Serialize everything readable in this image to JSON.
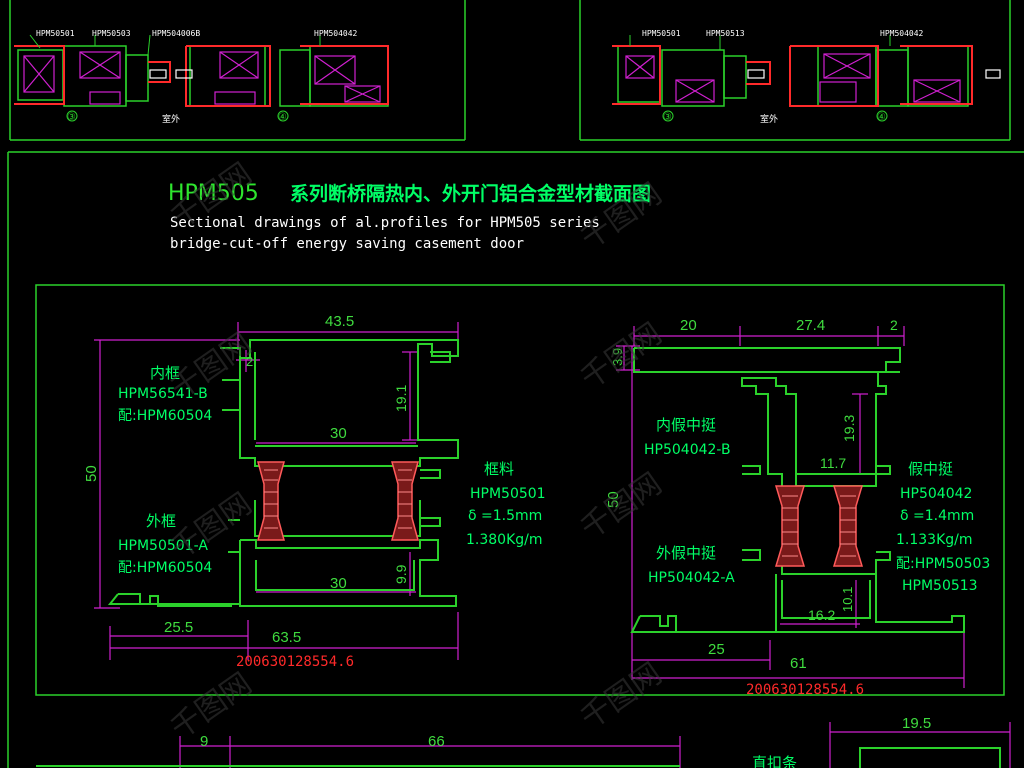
{
  "top_left": {
    "labels": [
      "HPM50501",
      "HPM50503",
      "HPM504006B",
      "HPM504042"
    ],
    "circle_nums": [
      "③",
      "④"
    ],
    "outdoor": "室外"
  },
  "top_right": {
    "labels": [
      "HPM50501",
      "HPM50513",
      "HPM504042"
    ],
    "circle_nums": [
      "③",
      "④"
    ],
    "outdoor": "室外"
  },
  "title": {
    "code": "HPM505",
    "cn": "系列断桥隔热内、外开门铝合金型材截面图",
    "en1": "Sectional drawings of al.profiles for HPM505 series",
    "en2": "bridge-cut-off energy saving casement door"
  },
  "left_profile": {
    "dims": {
      "top_width": "43.5",
      "small_gap": "2",
      "upper_height": "19.1",
      "upper_width": "30",
      "total_height": "50",
      "lower_width": "30",
      "lower_height": "9.9",
      "left_bottom": "25.5",
      "total_width": "63.5"
    },
    "inner_frame": {
      "name": "内框",
      "code": "HPM56541-B",
      "fit": "配:HPM60504"
    },
    "outer_frame": {
      "name": "外框",
      "code": "HPM50501-A",
      "fit": "配:HPM60504"
    },
    "spec": {
      "name": "框料",
      "code": "HPM50501",
      "thickness": "δ =1.5mm",
      "weight": "1.380Kg/m"
    },
    "serial": "200630128554.6"
  },
  "right_profile": {
    "dims": {
      "top_left": "20",
      "top_mid": "27.4",
      "top_right": "2",
      "top_height": "3.9",
      "mid_height": "19.3",
      "mid_width": "11.7",
      "total_height": "50",
      "lower_width": "16.2",
      "lower_height": "10.1",
      "left_bottom": "25",
      "total_width": "61"
    },
    "inner_false_mullion": {
      "name": "内假中挺",
      "code": "HP504042-B"
    },
    "outer_false_mullion": {
      "name": "外假中挺",
      "code": "HP504042-A"
    },
    "spec": {
      "name": "假中挺",
      "code": "HP504042",
      "thickness": "δ =1.4mm",
      "weight": "1.133Kg/m",
      "fit1": "配:HPM50503",
      "fit2": "HPM50513"
    },
    "serial": "200630128554.6"
  },
  "bottom": {
    "dim_left": "9",
    "dim_mid": "66",
    "dim_right": "19.5",
    "label": "直扣条"
  },
  "watermark": "千图网"
}
